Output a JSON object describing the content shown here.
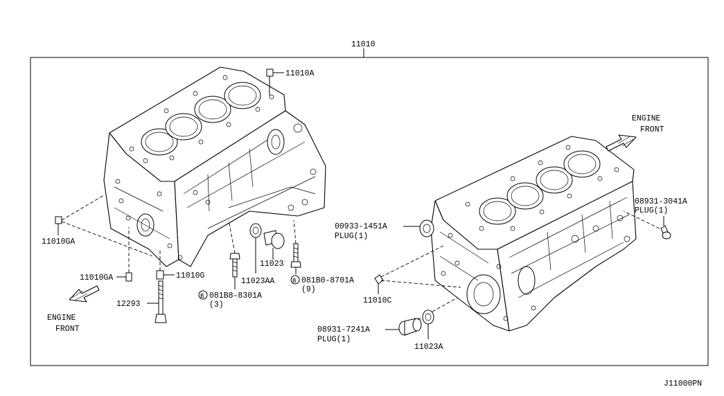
{
  "diagram": {
    "assembly_number": "11010",
    "drawing_code": "J11000PN",
    "engine_front_left": [
      "ENGINE",
      "FRONT"
    ],
    "engine_front_right": [
      "ENGINE",
      "FRONT"
    ],
    "callouts": {
      "c11010A": "11010A",
      "c11010GA_left": "11010GA",
      "c11010GA": "11010GA",
      "c11010G": "11010G",
      "c12293": "12293",
      "c11023": "11023",
      "c11023AA": "11023AA",
      "c081B8": "081B8-8301A",
      "c081B8_qty": "(3)",
      "c081B0": "081B0-8701A",
      "c081B0_qty": "(9)",
      "c00933": "00933-1451A",
      "c00933_plug": "PLUG(1)",
      "c11010C": "11010C",
      "c08931_7241": "08931-7241A",
      "c08931_7241_plug": "PLUG(1)",
      "c11023A": "11023A",
      "c08931_3041": "08931-3041A",
      "c08931_3041_plug": "PLUG(1)",
      "bolt_badge": "B"
    }
  }
}
